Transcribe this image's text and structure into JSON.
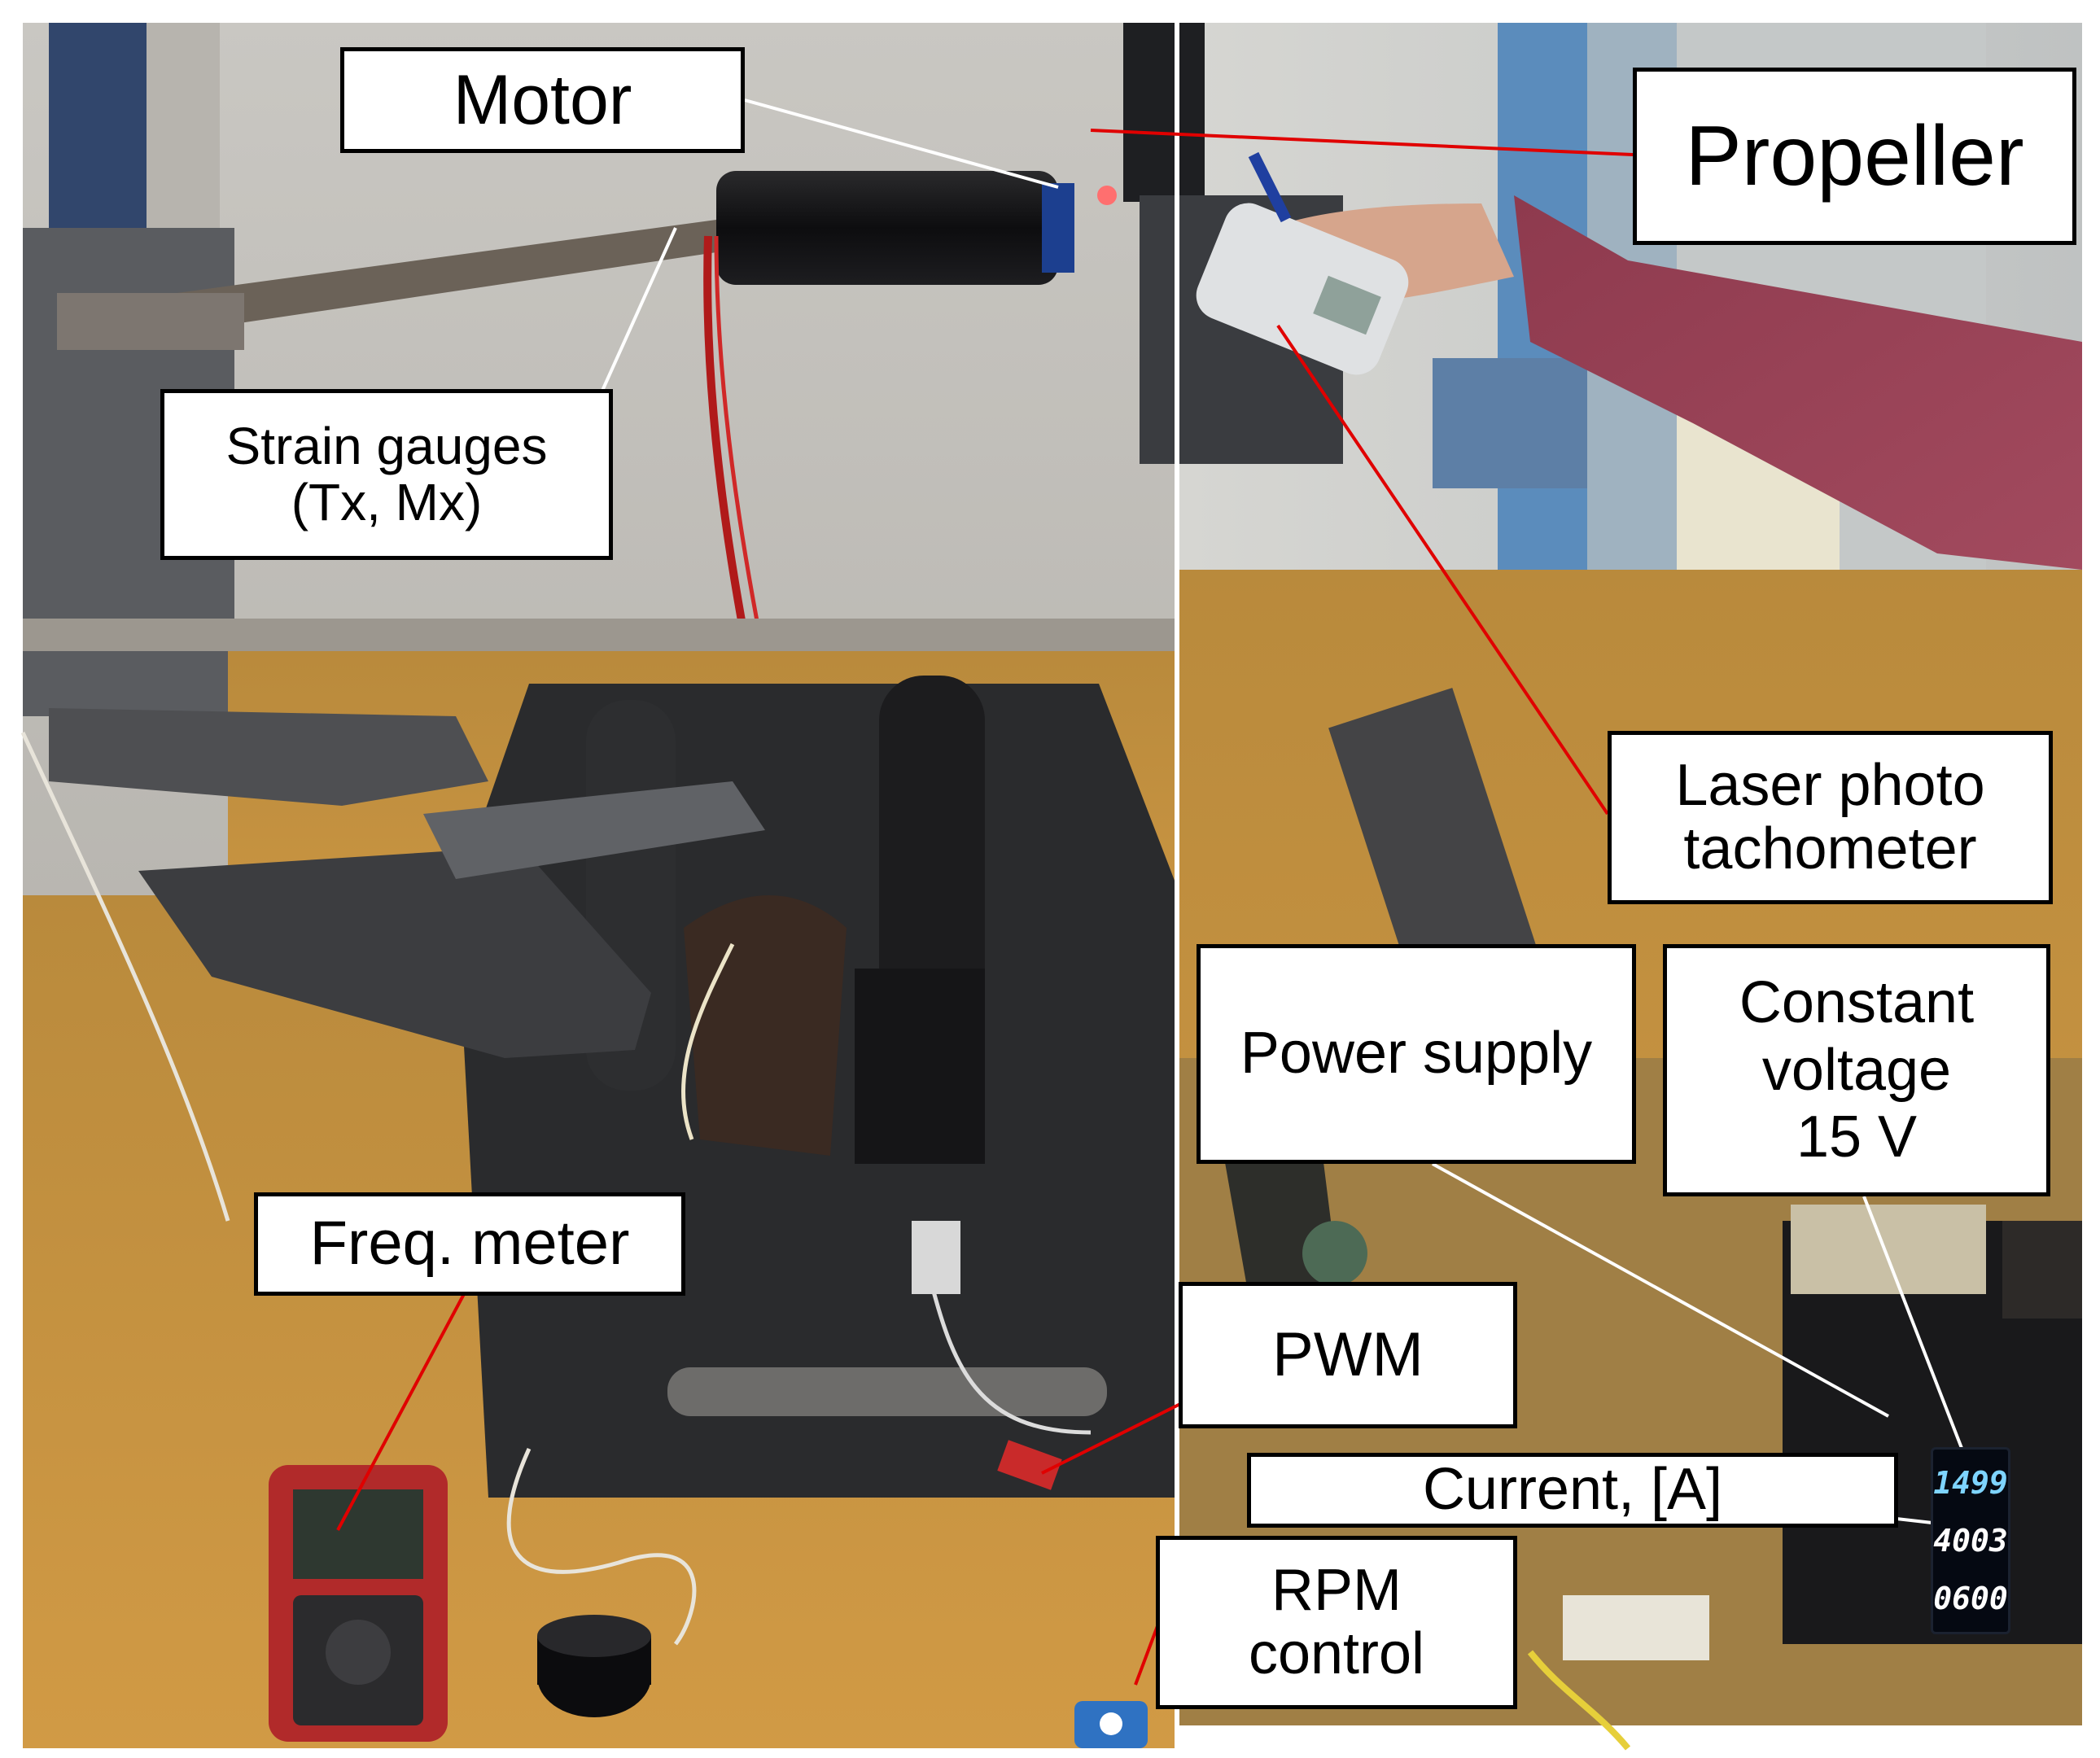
{
  "labels": {
    "motor": "Motor",
    "propeller": "Propeller",
    "strain_gauges_line1": "Strain gauges",
    "strain_gauges_line2": "(Tx, Mx)",
    "laser_line1": "Laser photo",
    "laser_line2": "tachometer",
    "power_supply": "Power supply",
    "constant_line1": "Constant",
    "constant_line2": "voltage",
    "constant_line3": "15 V",
    "freq_meter": "Freq. meter",
    "pwm": "PWM",
    "current": "Current, [A]",
    "rpm_line1": "RPM",
    "rpm_line2": "control"
  },
  "display": {
    "voltage": "1499",
    "current": "4003",
    "power": "0600"
  }
}
